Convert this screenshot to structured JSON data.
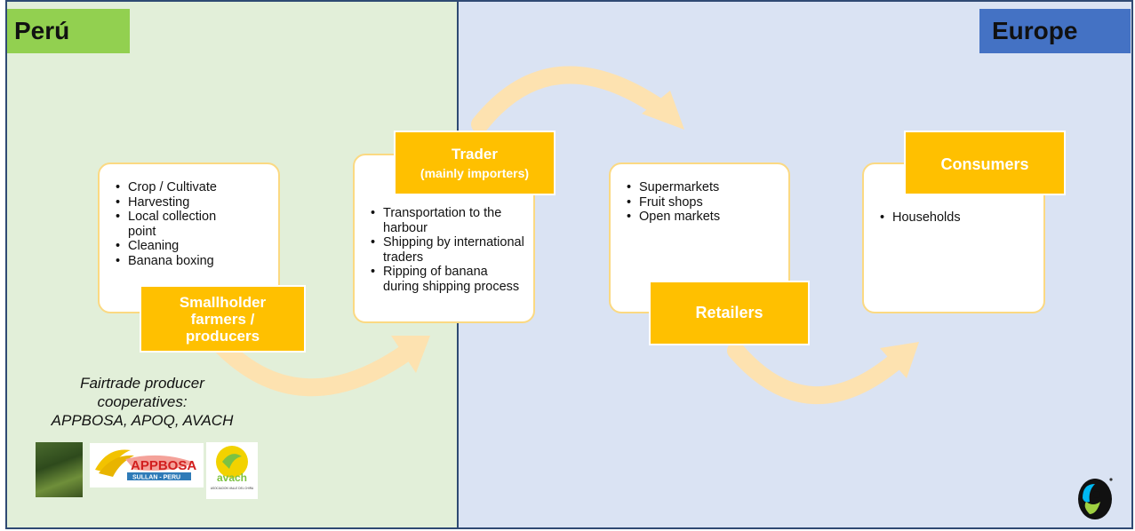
{
  "regions": {
    "left": "Perú",
    "right": "Europe"
  },
  "producers": {
    "items": [
      "Crop / Cultivate",
      "Harvesting",
      "Local collection point",
      "Cleaning",
      "Banana boxing"
    ],
    "tag_line1": "Smallholder",
    "tag_line2": "farmers /",
    "tag_line3": "producers"
  },
  "trader": {
    "tag_title": "Trader",
    "tag_subtitle": "(mainly importers)",
    "items": [
      "Transportation to the harbour",
      "Shipping by international traders",
      "Ripping of banana during shipping process"
    ]
  },
  "retailers": {
    "items": [
      "Supermarkets",
      "Fruit shops",
      "Open markets"
    ],
    "tag": "Retailers"
  },
  "consumers": {
    "tag": "Consumers",
    "items": [
      "Households"
    ]
  },
  "cooperatives": {
    "line1": "Fairtrade producer",
    "line2": "cooperatives:",
    "names": "APPBOSA, APOQ, AVACH"
  },
  "logos": {
    "appbosa": "APPBOSA",
    "appbosa_sub": "SULLAN - PERU",
    "avach": "avach",
    "avach_sub": "ASOCIACION VALLE DEL CHIRA"
  },
  "colors": {
    "peru_bg": "#e2efd9",
    "europe_bg": "#dae3f3",
    "peru_label": "#92d050",
    "europe_label": "#4472c4",
    "tag": "#ffc000",
    "arrow": "#fde2b0"
  }
}
